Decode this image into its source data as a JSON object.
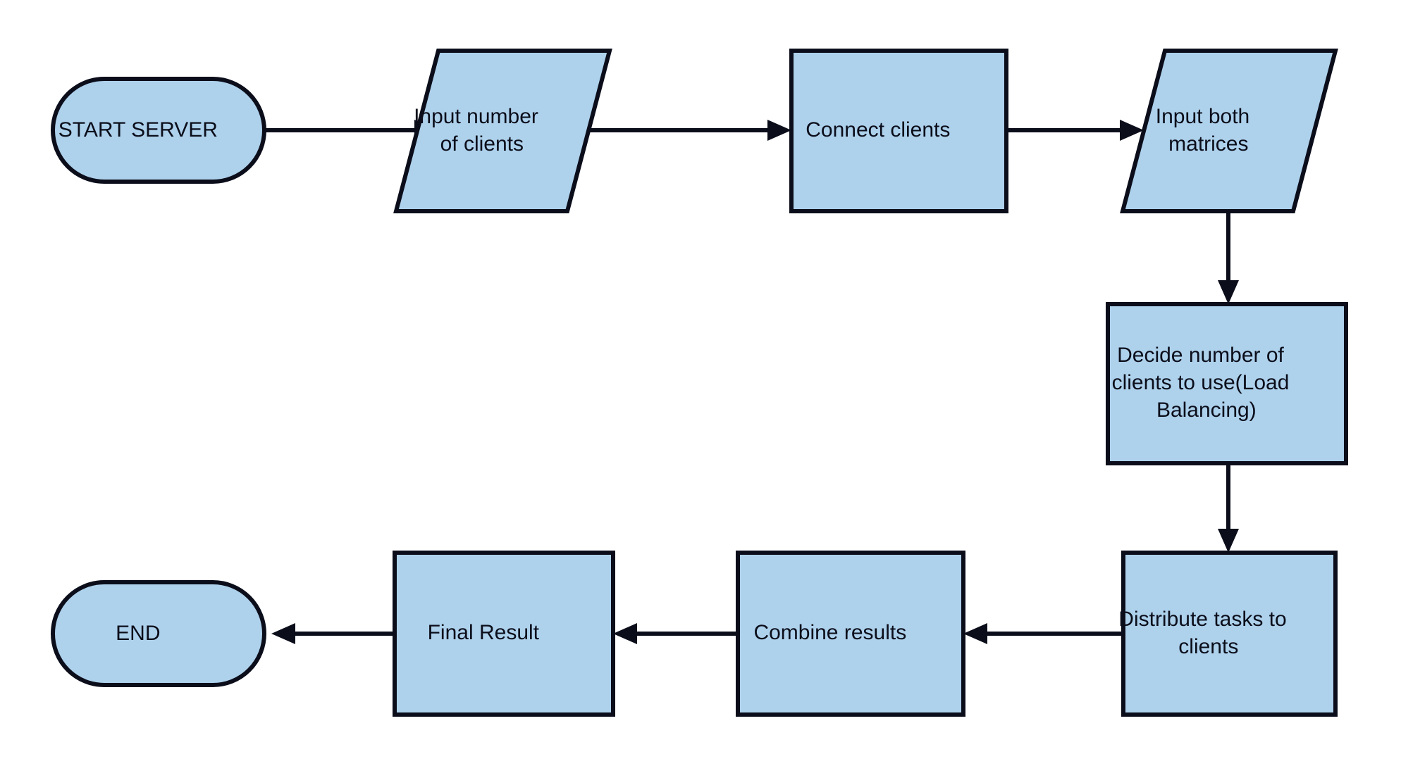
{
  "diagram": {
    "title": "Distributed Matrix Multiplication Server Flowchart",
    "background_color": "#FFFFFF",
    "node_fill_color": "#AED1EC",
    "node_stroke_color": "#0B0E1A",
    "edge_color": "#0B0E1A",
    "nodes": [
      {
        "id": "start-server",
        "shape": "terminator",
        "label": "START SERVER",
        "lines": [
          "START SERVER"
        ]
      },
      {
        "id": "input-number-of-clients",
        "shape": "parallelogram",
        "label": "Input number of clients",
        "lines": [
          "Input number",
          "of clients"
        ]
      },
      {
        "id": "connect-clients",
        "shape": "rectangle",
        "label": "Connect clients",
        "lines": [
          "Connect clients"
        ]
      },
      {
        "id": "input-both-matrices",
        "shape": "parallelogram",
        "label": "Input both matrices",
        "lines": [
          "Input both",
          "matrices"
        ]
      },
      {
        "id": "decide-number-of-clients",
        "shape": "rectangle",
        "label": "Decide number of clients to use(Load Balancing)",
        "lines": [
          "Decide number of",
          "clients to use(Load",
          "Balancing)"
        ]
      },
      {
        "id": "distribute-tasks-to-clients",
        "shape": "rectangle",
        "label": "Distribute tasks to clients",
        "lines": [
          "Distribute tasks to",
          "clients"
        ]
      },
      {
        "id": "combine-results",
        "shape": "rectangle",
        "label": "Combine results",
        "lines": [
          "Combine results"
        ]
      },
      {
        "id": "final-result",
        "shape": "rectangle",
        "label": "Final Result",
        "lines": [
          "Final Result"
        ]
      },
      {
        "id": "end",
        "shape": "terminator",
        "label": "END",
        "lines": [
          "END"
        ]
      }
    ],
    "edges": [
      {
        "from": "start-server",
        "to": "input-number-of-clients",
        "label": "",
        "direction": "right"
      },
      {
        "from": "input-number-of-clients",
        "to": "connect-clients",
        "label": "",
        "direction": "right"
      },
      {
        "from": "connect-clients",
        "to": "input-both-matrices",
        "label": "",
        "direction": "right"
      },
      {
        "from": "input-both-matrices",
        "to": "decide-number-of-clients",
        "label": "",
        "direction": "down"
      },
      {
        "from": "decide-number-of-clients",
        "to": "distribute-tasks-to-clients",
        "label": "",
        "direction": "down"
      },
      {
        "from": "distribute-tasks-to-clients",
        "to": "combine-results",
        "label": "",
        "direction": "left"
      },
      {
        "from": "combine-results",
        "to": "final-result",
        "label": "",
        "direction": "left"
      },
      {
        "from": "final-result",
        "to": "end",
        "label": "",
        "direction": "left"
      }
    ]
  }
}
